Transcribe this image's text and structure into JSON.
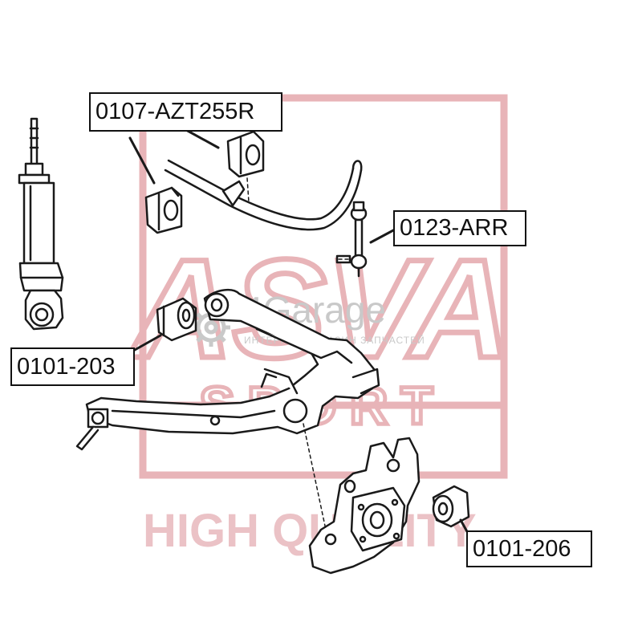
{
  "part_labels": {
    "stabilizer_bushing": "0107-AZT255R",
    "stabilizer_link": "0123-ARR",
    "arm_bushing_upper": "0101-203",
    "knuckle_bushing": "0101-206"
  },
  "watermark": {
    "logo_letters": "ASVA",
    "sport": "SPORT",
    "tagline": "HIGH QUALITY",
    "brand": "4Garage",
    "brand_sub": "ИНТЕРНЕТ-МАГАЗИН ЗАПЧАСТЕЙ"
  },
  "colors": {
    "line_art": "#1a1a1a",
    "watermark_red": "#e8b4b8",
    "watermark_gray": "#c9c9c9",
    "label_border": "#111111"
  }
}
